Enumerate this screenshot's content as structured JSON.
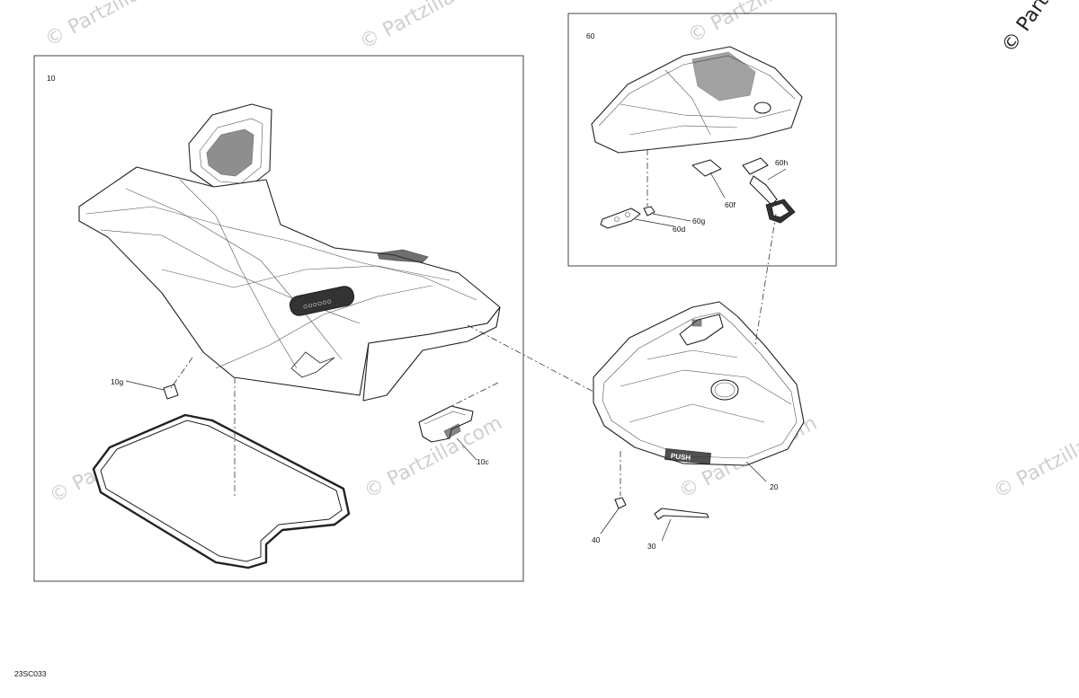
{
  "watermark": {
    "text": "© Partzilla.com",
    "side_text": "© Partzilla"
  },
  "diagram_code": "23SC033",
  "groups": [
    {
      "id": "10",
      "label": "10"
    },
    {
      "id": "60",
      "label": "60"
    }
  ],
  "callouts": [
    {
      "id": "10g",
      "label": "10g"
    },
    {
      "id": "10c",
      "label": "10c"
    },
    {
      "id": "60h",
      "label": "60h"
    },
    {
      "id": "60f",
      "label": "60f"
    },
    {
      "id": "60g",
      "label": "60g"
    },
    {
      "id": "60d",
      "label": "60d"
    },
    {
      "id": "20",
      "label": "20"
    },
    {
      "id": "40",
      "label": "40"
    },
    {
      "id": "30",
      "label": "30"
    }
  ],
  "part_markings": {
    "seat_badge": "○○○○○○",
    "tray_badge": "PUSH"
  }
}
